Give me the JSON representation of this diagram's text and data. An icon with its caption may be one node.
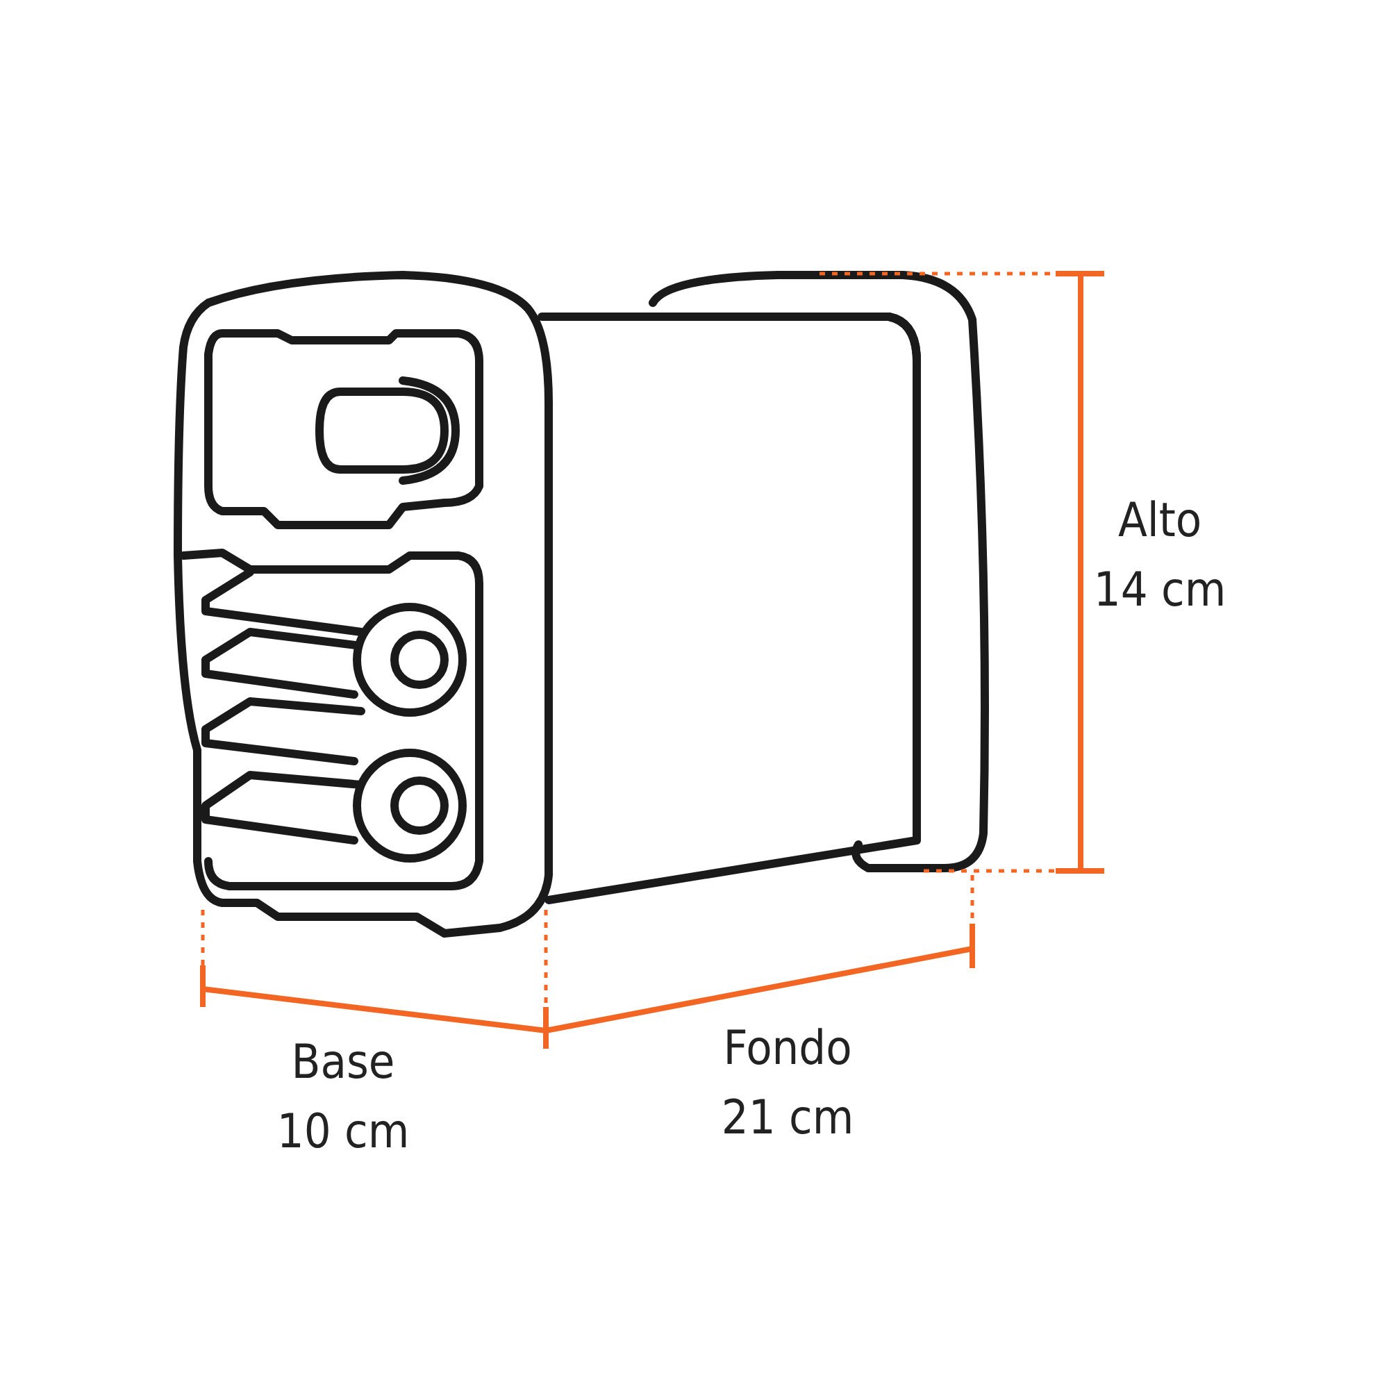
{
  "diagram": {
    "labels": [
      "Alto",
      "14 cm",
      "Base",
      "10 cm",
      "Fondo",
      "21 cm"
    ]
  }
}
